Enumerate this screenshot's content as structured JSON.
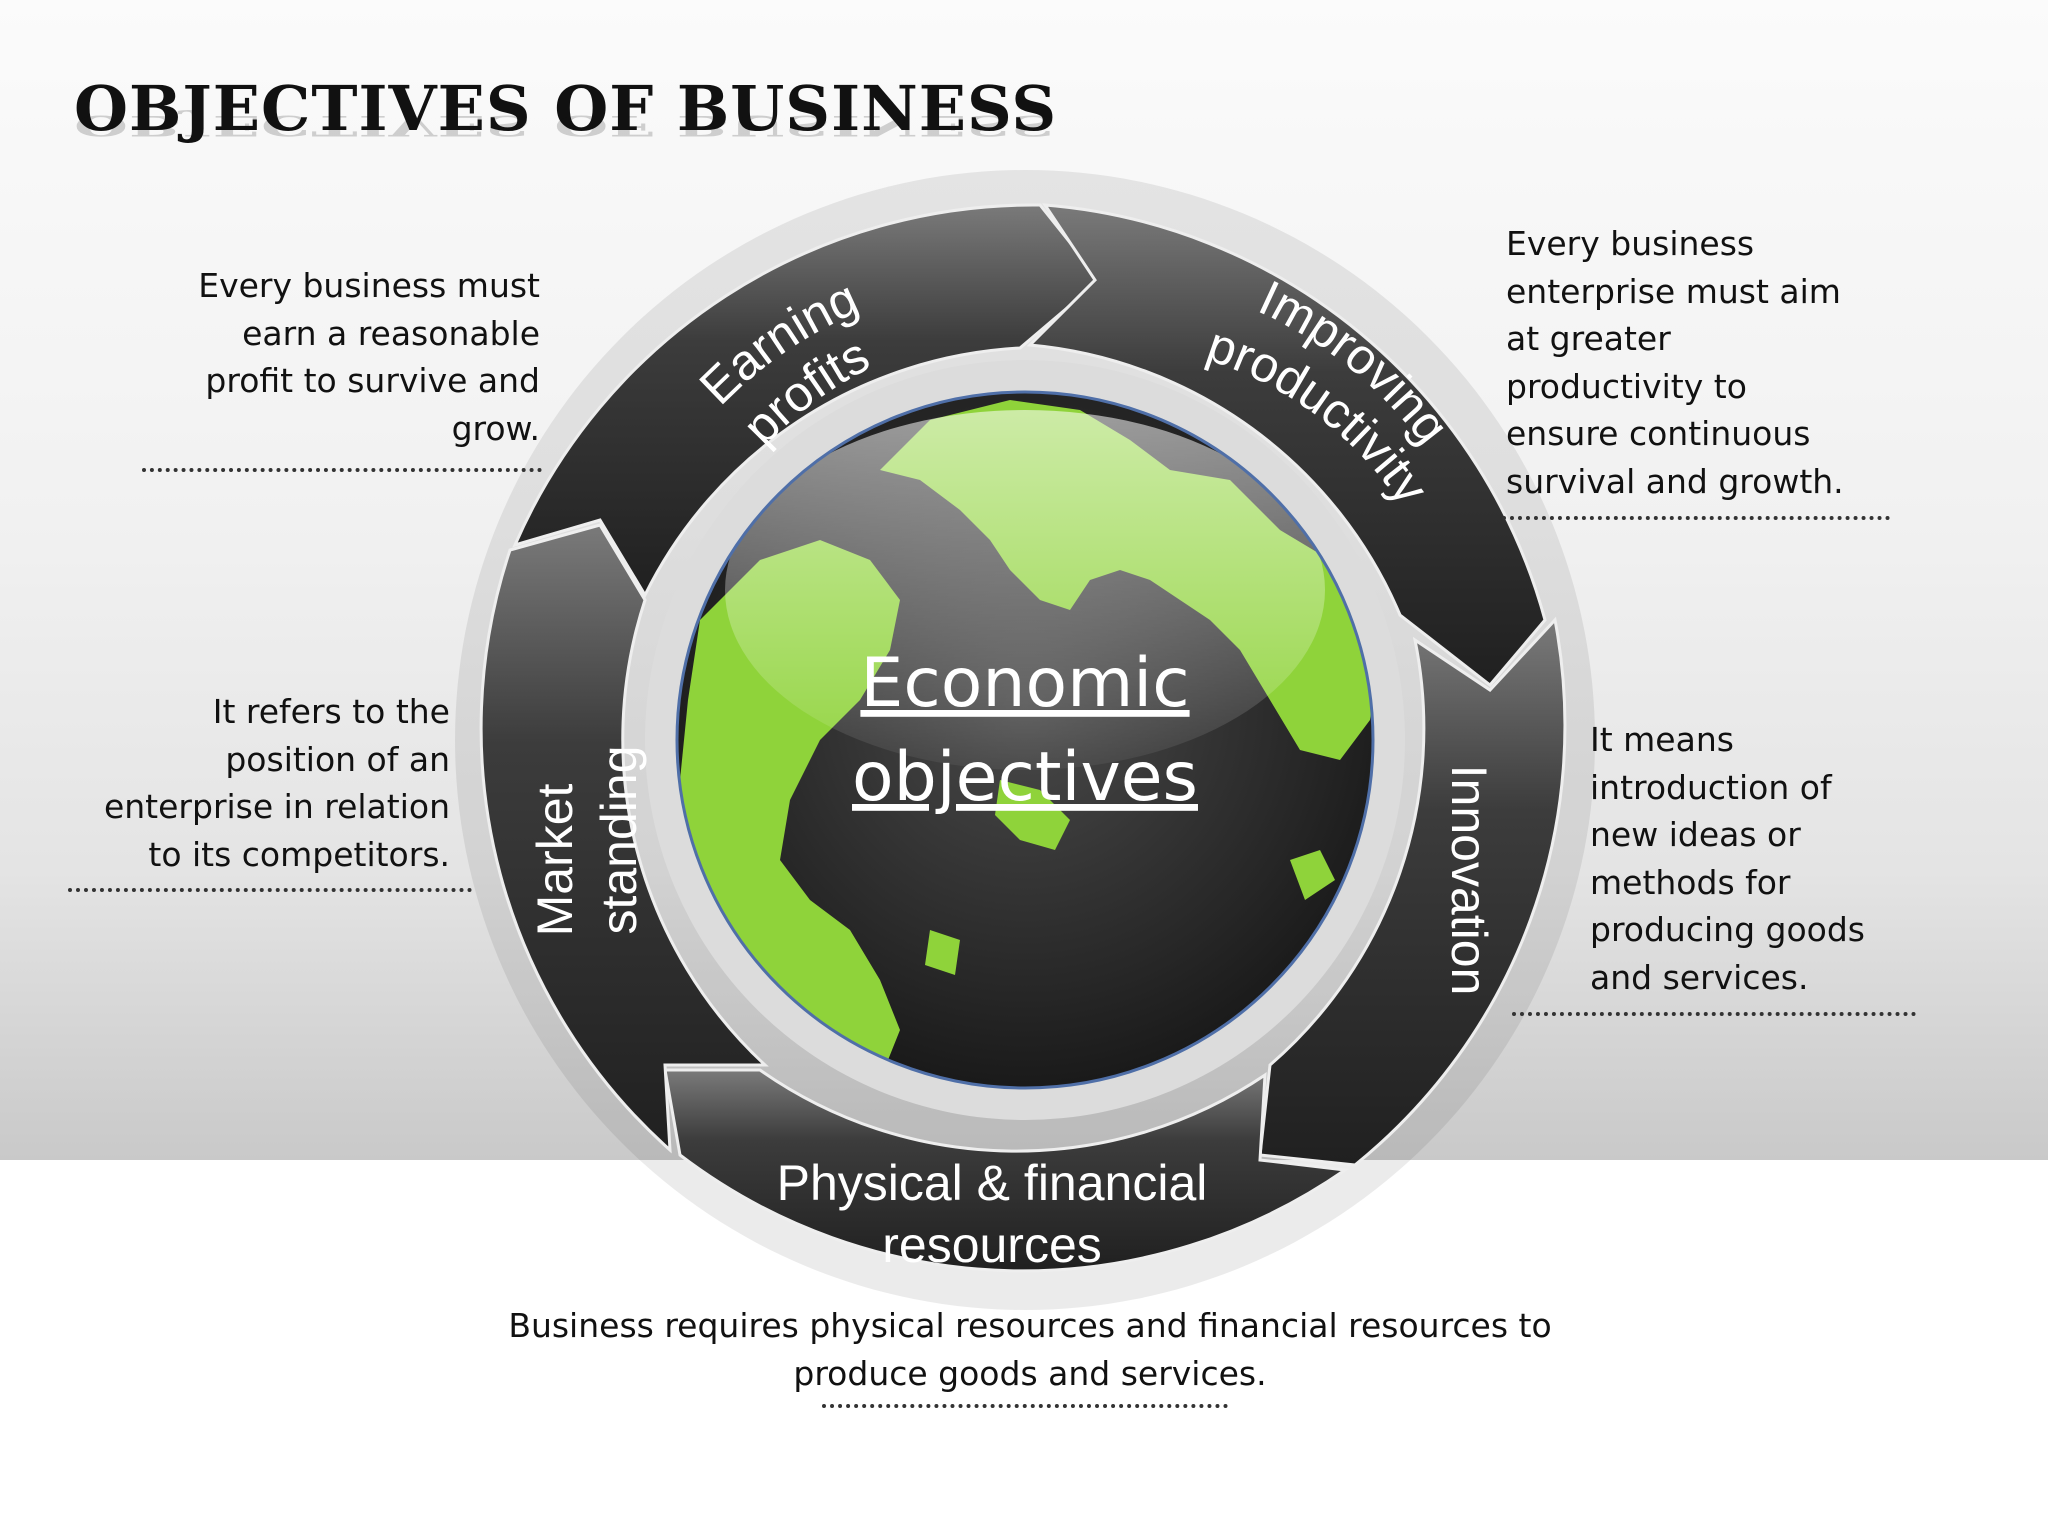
{
  "title": "OBJECTIVES OF BUSINESS",
  "center": {
    "line1": "Economic",
    "line2": "objectives"
  },
  "segments": {
    "earning_profits": {
      "line1": "Earning",
      "line2": "profits"
    },
    "improving_productivity": {
      "line1": "Improving",
      "line2": "productivity"
    },
    "innovation": {
      "line1": "Innovation"
    },
    "physical_resources": {
      "line1": "Physical & financial",
      "line2": "resources"
    },
    "market_standing": {
      "line1": "Market",
      "line2": "standing"
    }
  },
  "descriptions": {
    "earning_profits": [
      "Every business must",
      "earn a reasonable",
      "profit to survive and",
      "grow."
    ],
    "improving_productivity": [
      "Every business",
      "enterprise must aim",
      "at greater",
      "productivity to",
      "ensure continuous",
      "survival and growth."
    ],
    "innovation": [
      "It means",
      "introduction of",
      "new ideas or",
      "methods for",
      "producing goods",
      "and services."
    ],
    "market_standing": [
      "It refers to the",
      "position of an",
      "enterprise in relation",
      "to its competitors."
    ],
    "physical_resources": [
      "Business requires physical resources and financial resources to",
      "produce goods and services."
    ]
  },
  "colors": {
    "segment_dark": "#2e2e2e",
    "segment_light": "#6a6a6a",
    "globe_green": "#8fd33a",
    "globe_dark": "#262626"
  }
}
